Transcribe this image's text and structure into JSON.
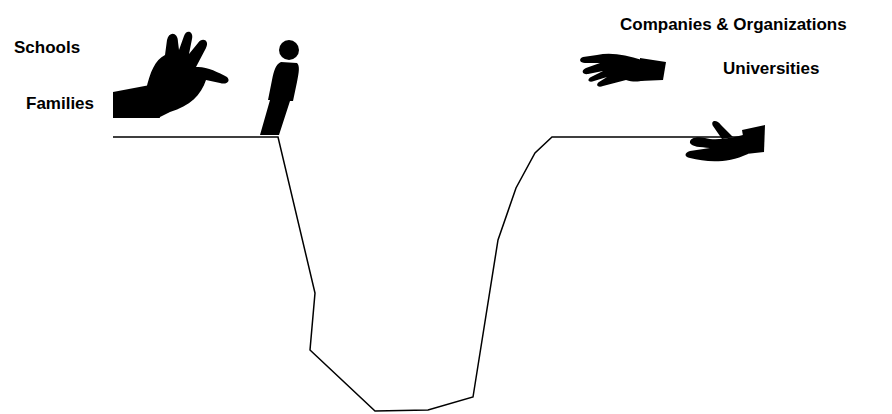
{
  "diagram": {
    "labels": [
      "Schools",
      "Families",
      "Companies & Organizations",
      "Universities"
    ]
  }
}
